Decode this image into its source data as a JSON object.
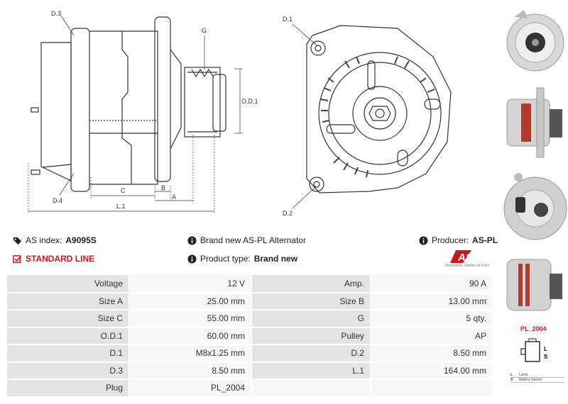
{
  "drawing_labels": {
    "d3": "D.3",
    "d4": "D.4",
    "g": "G",
    "od1": "O.D.1",
    "c": "C",
    "b": "B",
    "a": "A",
    "l1": "L.1",
    "d1": "D.1",
    "d2": "D.2"
  },
  "info": {
    "as_index_label": "AS index:",
    "as_index_value": "A9095S",
    "description": "Brand new AS-PL Alternator",
    "producer_label": "Producer:",
    "producer_value": "AS-PL",
    "line": "STANDARD LINE",
    "product_type_label": "Product type:",
    "product_type_value": "Brand new"
  },
  "logo": {
    "mark": "AS",
    "tagline": "Alternators, Starters & Parts"
  },
  "specs": [
    [
      {
        "label": "Voltage",
        "value": "12 V"
      },
      {
        "label": "Amp.",
        "value": "90 A"
      }
    ],
    [
      {
        "label": "Size A",
        "value": "25.00 mm"
      },
      {
        "label": "Size B",
        "value": "13.00 mm"
      }
    ],
    [
      {
        "label": "Size C",
        "value": "55.00 mm"
      },
      {
        "label": "G",
        "value": "5 qty."
      }
    ],
    [
      {
        "label": "O.D.1",
        "value": "60.00 mm"
      },
      {
        "label": "Pulley",
        "value": "AP"
      }
    ],
    [
      {
        "label": "D.1",
        "value": "M8x1.25 mm"
      },
      {
        "label": "D.2",
        "value": "8.50 mm"
      }
    ],
    [
      {
        "label": "D.3",
        "value": "8.50 mm"
      },
      {
        "label": "L.1",
        "value": "164.00 mm"
      }
    ],
    [
      {
        "label": "Plug",
        "value": "PL_2004"
      },
      {
        "label": "",
        "value": ""
      }
    ]
  ],
  "plug": {
    "name": "PL_2004",
    "pin_l": "L",
    "pin_s": "S",
    "legend": [
      {
        "pin": "L",
        "meaning": "Lamp"
      },
      {
        "pin": "S",
        "meaning": "Battery Sensor"
      }
    ]
  },
  "colors": {
    "accent_red": "#d0141d",
    "label_cell": "#e4e4e4",
    "value_cell": "#f7f7f7"
  }
}
